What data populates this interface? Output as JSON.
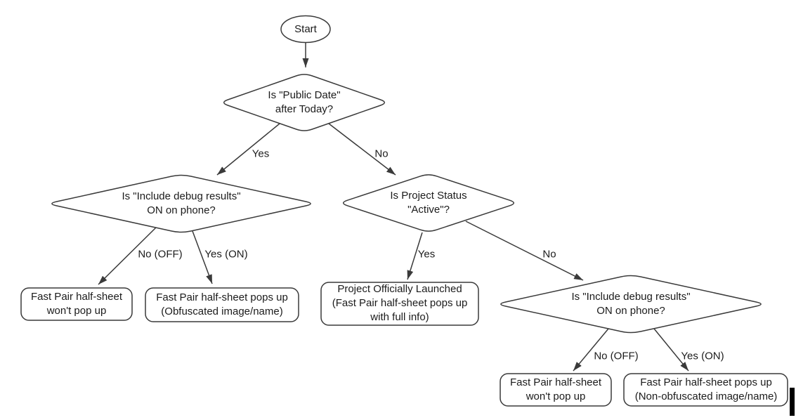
{
  "diagram": {
    "nodes": {
      "start": {
        "type": "terminator",
        "label": "Start"
      },
      "public_date": {
        "type": "decision",
        "label": "Is \"Public Date\"\nafter Today?"
      },
      "debug_left": {
        "type": "decision",
        "label": "Is \"Include debug results\"\nON on phone?"
      },
      "project_status": {
        "type": "decision",
        "label": "Is Project Status\n\"Active\"?"
      },
      "debug_right": {
        "type": "decision",
        "label": "Is \"Include debug results\"\nON on phone?"
      },
      "no_popup_left": {
        "type": "result",
        "label": "Fast Pair half-sheet\nwon't pop up"
      },
      "obfuscated": {
        "type": "result",
        "label": "Fast Pair half-sheet pops up\n(Obfuscated image/name)"
      },
      "launched": {
        "type": "result",
        "label": "Project Officially Launched\n(Fast Pair half-sheet pops up\nwith full info)"
      },
      "no_popup_right": {
        "type": "result",
        "label": "Fast Pair half-sheet\nwon't pop up"
      },
      "non_obfuscated": {
        "type": "result",
        "label": "Fast Pair half-sheet pops up\n(Non-obfuscated image/name)"
      }
    },
    "edge_labels": {
      "yes_top": "Yes",
      "no_top": "No",
      "no_off_left": "No (OFF)",
      "yes_on_left": "Yes (ON)",
      "yes_status": "Yes",
      "no_status": "No",
      "no_off_right": "No (OFF)",
      "yes_on_right": "Yes (ON)"
    },
    "colors": {
      "stroke": "#3a3a3a",
      "text": "#1b1b1b",
      "background": "#ffffff",
      "caret": "#000000"
    }
  }
}
